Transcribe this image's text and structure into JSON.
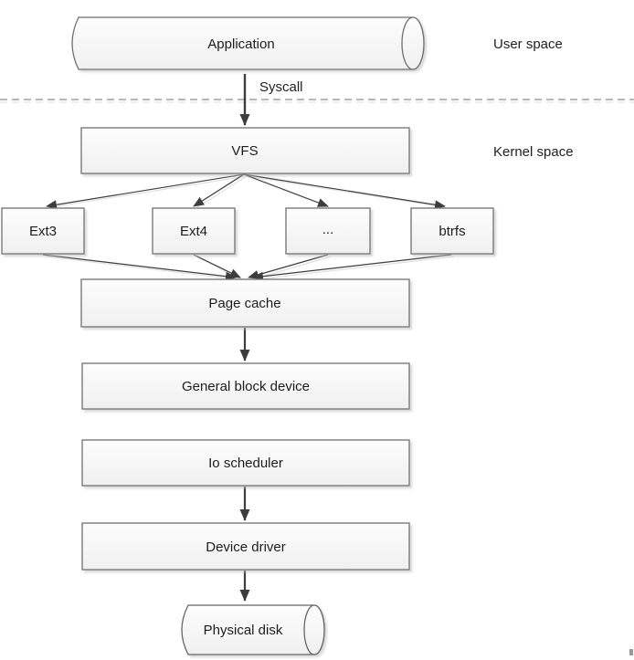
{
  "diagram": {
    "description": "Linux storage I/O stack flow diagram",
    "region_labels": {
      "user_space": "User space",
      "kernel_space": "Kernel space"
    },
    "edge_labels": {
      "syscall": "Syscall"
    },
    "nodes": {
      "application": {
        "label": "Application",
        "shape": "cylinder"
      },
      "vfs": {
        "label": "VFS",
        "shape": "box"
      },
      "ext3": {
        "label": "Ext3",
        "shape": "box"
      },
      "ext4": {
        "label": "Ext4",
        "shape": "box"
      },
      "other_fs": {
        "label": "...",
        "shape": "box"
      },
      "btrfs": {
        "label": "btrfs",
        "shape": "box"
      },
      "page_cache": {
        "label": "Page cache",
        "shape": "box",
        "text_color": "#FF0000"
      },
      "general_block": {
        "label": "General block device",
        "shape": "box"
      },
      "io_scheduler": {
        "label": "Io scheduler",
        "shape": "box"
      },
      "device_driver": {
        "label": "Device driver",
        "shape": "box"
      },
      "physical_disk": {
        "label": "Physical disk",
        "shape": "cylinder"
      }
    },
    "edges": [
      {
        "from": "application",
        "to": "vfs",
        "label": "Syscall"
      },
      {
        "from": "vfs",
        "to": "ext3"
      },
      {
        "from": "vfs",
        "to": "ext4"
      },
      {
        "from": "vfs",
        "to": "other_fs"
      },
      {
        "from": "vfs",
        "to": "btrfs"
      },
      {
        "from": "ext3",
        "to": "page_cache"
      },
      {
        "from": "ext4",
        "to": "page_cache"
      },
      {
        "from": "other_fs",
        "to": "page_cache"
      },
      {
        "from": "btrfs",
        "to": "page_cache"
      },
      {
        "from": "page_cache",
        "to": "general_block"
      },
      {
        "from": "io_scheduler",
        "to": "device_driver"
      },
      {
        "from": "device_driver",
        "to": "physical_disk"
      }
    ],
    "colors": {
      "page_cache_text": "#FF0000",
      "node_border": "#7a7a7a",
      "node_fill_top": "#fdfdfd",
      "node_fill_bottom": "#f0f0f0",
      "arrow": "#3d3d3d",
      "dashed_divider": "#8c8c8c",
      "text": "#1f1f1f"
    }
  }
}
